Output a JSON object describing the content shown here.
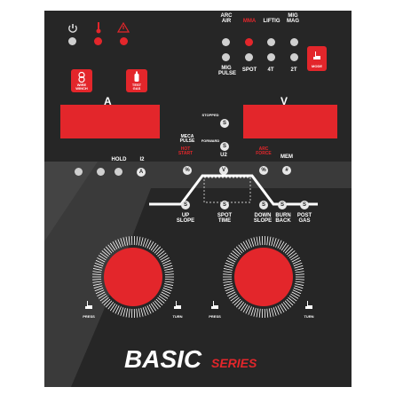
{
  "modes": {
    "arc_air": "ARC\nAIR",
    "mma": "MMA",
    "liftig": "LIFTIG",
    "mig_mag": "MIG\nMAG",
    "mig_pulse": "MIG\nPULSE",
    "spot": "SPOT",
    "two_t": "2T",
    "four_t": "4T",
    "mode_button": "MODE"
  },
  "buttons": {
    "wire_winch": "WIRE\nWINCH",
    "test_gas": "TEST\nGAS",
    "stopped": "STOPPED",
    "forward": "FORWARD"
  },
  "displays": {
    "left_unit": "A",
    "right_unit": "V"
  },
  "params": {
    "meca_pulse": "MECA\nPULSE",
    "hot_start": "HOT\nSTART",
    "arc_force": "ARC\nFORCE",
    "hold": "HOLD",
    "i2": "I2",
    "u2": "U2",
    "mem": "MEM",
    "up_slope": "UP\nSLOPE",
    "spot_time": "SPOT\nTIME",
    "down_slope": "DOWN\nSLOPE",
    "burn_back": "BURN\nBACK",
    "post_gas": "POST\nGAS",
    "percent": "%",
    "letter_v": "V",
    "letter_a": "A",
    "letter_s": "S",
    "hash": "#"
  },
  "knobs": {
    "left_press": "PRESS",
    "left_turn": "TURN",
    "right_press": "PRESS",
    "right_turn": "TURN"
  },
  "branding": {
    "basic": "BASIC",
    "series": "SERIES"
  },
  "colors": {
    "panel": "#262626",
    "accent_red": "#e3262b",
    "white": "#ffffff"
  },
  "icons": [
    "power-icon",
    "thermometer-icon",
    "warning-icon",
    "wire-spool-icon",
    "gas-bottle-icon",
    "hand-press-icon"
  ]
}
